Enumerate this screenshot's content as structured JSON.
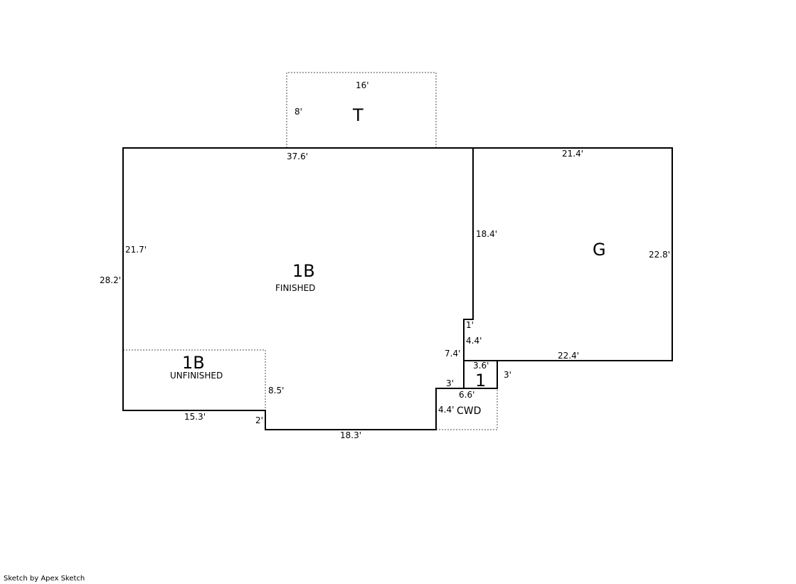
{
  "areas": {
    "patio": {
      "label": "T",
      "dims": [
        "16'",
        "8'"
      ]
    },
    "main": {
      "label": "1B",
      "sub": "FINISHED",
      "dims": [
        "37.6'",
        "21.7'",
        "28.2'",
        "18.4'",
        "1'",
        "4.4'",
        "7.4'",
        "3'",
        "4.4'",
        "18.3'",
        "2'",
        "8.5'",
        "15.3'"
      ]
    },
    "unfinished": {
      "label": "1B",
      "sub": "UNFINISHED"
    },
    "garage": {
      "label": "G",
      "dims": [
        "21.4'",
        "22.8'",
        "22.4'"
      ]
    },
    "room1": {
      "label": "1",
      "dims": [
        "3.6'",
        "3'"
      ]
    },
    "cwd": {
      "label": "CWD",
      "dims": [
        "6.6'"
      ]
    }
  },
  "footer": "Sketch by Apex Sketch"
}
